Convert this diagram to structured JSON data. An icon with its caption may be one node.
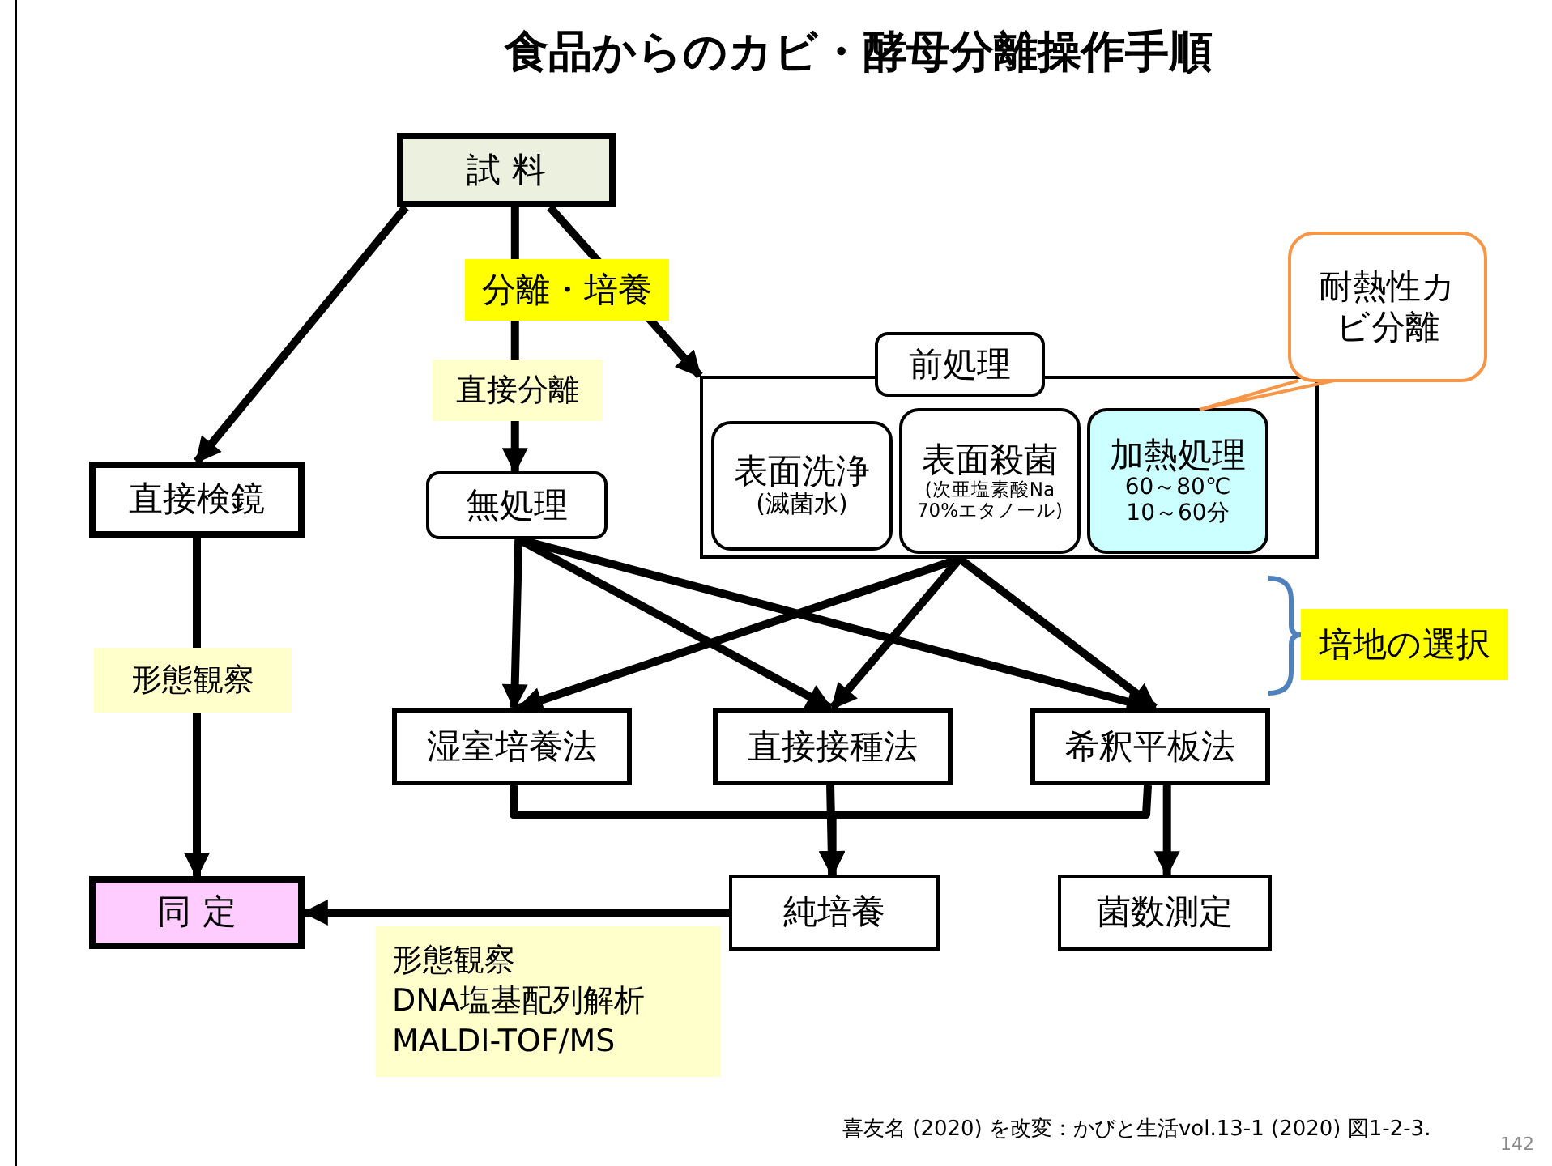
{
  "diagram": {
    "title": "食品からのカビ・酵母分離操作手順",
    "nodes": [
      {
        "text": [
          "試 料"
        ]
      },
      {
        "text": [
          "直接検鏡"
        ]
      },
      {
        "text": [
          "無処理"
        ]
      },
      {
        "text": [],
        "shape": "box"
      },
      {
        "text": [
          "前処理"
        ]
      },
      {
        "text": [
          "表面洗浄",
          "(滅菌水)"
        ],
        "in": 3
      },
      {
        "text": [
          "表面殺菌",
          "(次亜塩素酸Na 70%エタノール)"
        ],
        "in": 3
      },
      {
        "text": [
          "加熱処理",
          "60～80℃ 10～60分"
        ],
        "in": 3
      },
      {
        "text": [
          "耐熱性カビ分離"
        ]
      },
      {
        "text": [
          "湿室培養法"
        ]
      },
      {
        "text": [
          "直接接種法"
        ]
      },
      {
        "text": [
          "希釈平板法"
        ]
      },
      {
        "text": [
          "同 定"
        ]
      },
      {
        "text": [
          "純培養"
        ]
      },
      {
        "text": [
          "菌数測定"
        ]
      }
    ],
    "edges": [
      {
        "from": 0,
        "to": 1,
        "arrow": "to"
      },
      {
        "from": 0,
        "to": 2,
        "arrow": "to",
        "label": "直接分離"
      },
      {
        "from": 0,
        "to": 3,
        "arrow": "to"
      },
      {
        "from": 8,
        "to": 7,
        "arrow": "none",
        "color": "#f79646"
      },
      {
        "from": 2,
        "to": 9,
        "arrow": "to"
      },
      {
        "from": 2,
        "to": 10,
        "arrow": "to"
      },
      {
        "from": 2,
        "to": 11,
        "arrow": "to"
      },
      {
        "from": 3,
        "to": 9,
        "arrow": "to"
      },
      {
        "from": 3,
        "to": 10,
        "arrow": "to"
      },
      {
        "from": 3,
        "to": 11,
        "arrow": "to"
      },
      {
        "from": 1,
        "to": 12,
        "arrow": "to",
        "label": "形態観察"
      },
      {
        "from": 9,
        "to": 13,
        "arrow": "to"
      },
      {
        "from": 10,
        "to": 13,
        "arrow": "to"
      },
      {
        "from": 11,
        "to": 13,
        "arrow": "to"
      },
      {
        "from": 11,
        "to": 14,
        "arrow": "to"
      },
      {
        "from": 13,
        "to": 12,
        "arrow": "to",
        "label": "形態観察 DNA塩基配列解析 MALDI-TOF/MS"
      }
    ],
    "labels": [
      "分離・培養",
      "培地の選択",
      "喜友名 (2020) を改変：かびと生活vol.13-1 (2020) 図1-2-3.",
      "142"
    ]
  }
}
